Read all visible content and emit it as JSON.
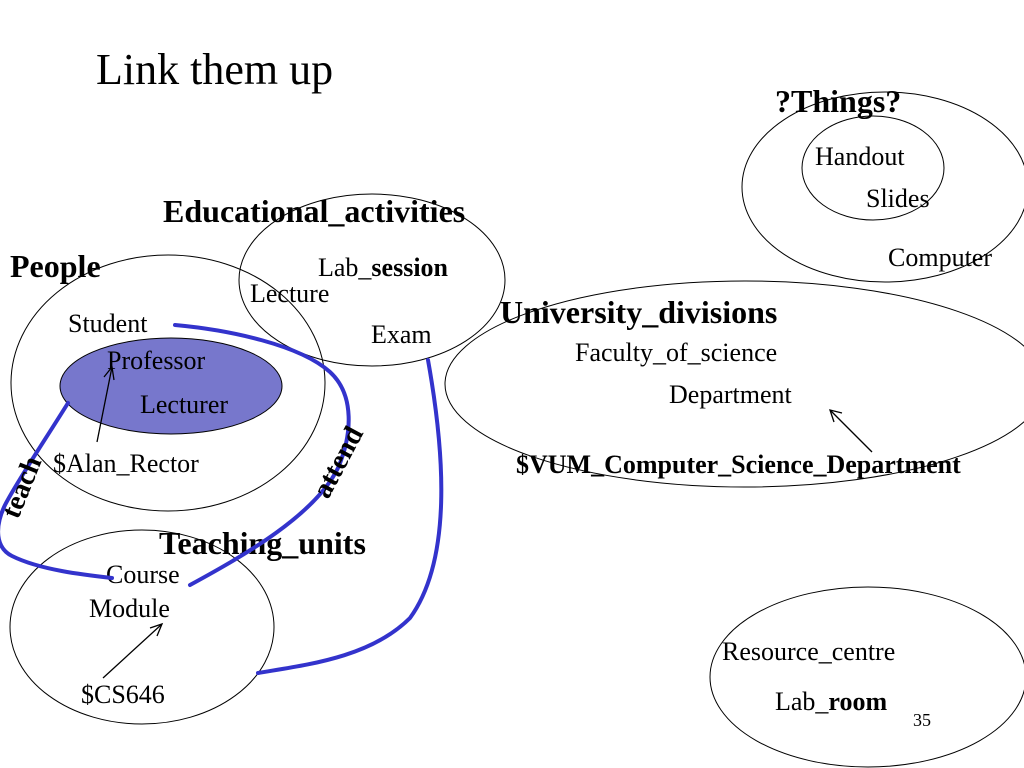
{
  "slide": {
    "title": "Link them up",
    "page_number": "35"
  },
  "colors": {
    "link_blue": "#3333cc",
    "subclass_fill": "#7777cc",
    "outline": "#000000"
  },
  "groups": {
    "people": {
      "label": "People",
      "items": {
        "student": "Student",
        "professor": "Professor",
        "lecturer": "Lecturer",
        "alan_rector": "$Alan_Rector"
      }
    },
    "educational_activities": {
      "label": "Educational_activities",
      "items": {
        "lab_prefix": "Lab_",
        "lab_suffix": "session",
        "lecture": "Lecture",
        "exam": "Exam"
      }
    },
    "teaching_units": {
      "label": "Teaching_units",
      "items": {
        "course": "Course",
        "module": "Module",
        "cs646": "$CS646"
      }
    },
    "things": {
      "label": "?Things?",
      "items": {
        "handout": "Handout",
        "slides": "Slides",
        "computer": "Computer"
      }
    },
    "university_divisions": {
      "label": "University_divisions",
      "items": {
        "faculty_of_science": "Faculty_of_science",
        "department": "Department",
        "vum_cs_department": "$VUM_Computer_Science_Department"
      }
    },
    "resource_centre": {
      "label": "Resource_centre",
      "items": {
        "lab_prefix": "Lab_",
        "lab_suffix": "room"
      }
    }
  },
  "relations": {
    "teach": "teach",
    "attend": "attend"
  }
}
